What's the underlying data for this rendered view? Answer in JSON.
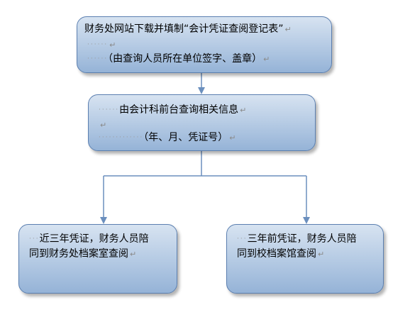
{
  "nodes": {
    "top": {
      "line1": "财务处网站下载并填制“会计凭证查阅登记表”",
      "line3": "（由查询人员所在单位签字、盖章）"
    },
    "middle": {
      "line1": "由会计科前台查询相关信息",
      "line3": "（年、月、凭证号）"
    },
    "left": {
      "line1": "近三年凭证，财务人员陪",
      "line2": "同到财务处档案室查阅"
    },
    "right": {
      "line1": "三年前凭证，财务人员陪",
      "line2": "同到校档案馆查阅"
    }
  },
  "colors": {
    "box_gradient_top": "#d7e3f1",
    "box_gradient_bottom": "#95b3d7",
    "box_border": "#5b7fb0",
    "arrow": "#6b8fbe"
  }
}
